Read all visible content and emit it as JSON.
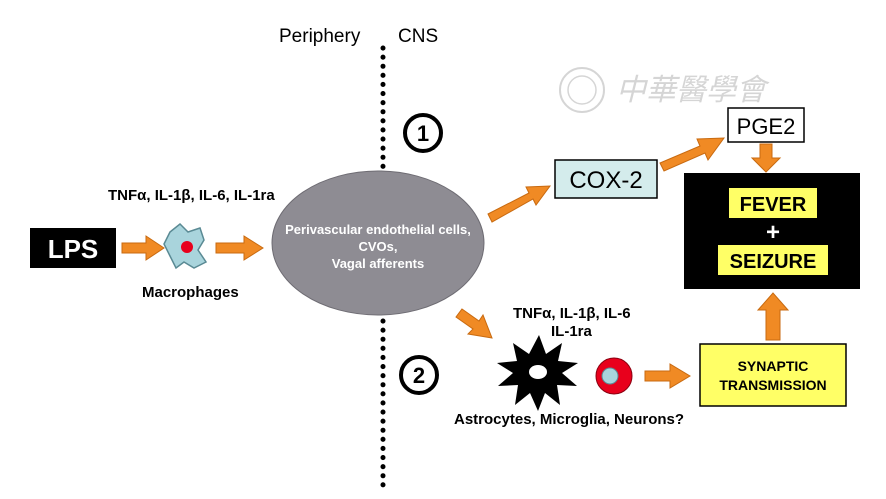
{
  "labels": {
    "periphery": "Periphery",
    "cns": "CNS",
    "pathway1": "1",
    "pathway2": "2",
    "lps": "LPS",
    "cytokines_top": "TNFα, IL-1β, IL-6, IL-1ra",
    "macrophages": "Macrophages",
    "ellipse_line1": "Perivascular endothelial cells,",
    "ellipse_line2": "CVOs,",
    "ellipse_line3": "Vagal afferents",
    "cox2": "COX-2",
    "pge2": "PGE2",
    "fever": "FEVER",
    "plus": "+",
    "seizure": "SEIZURE",
    "cytokines_bottom_line1": "TNFα, IL-1β, IL-6",
    "cytokines_bottom_line2": "IL-1ra",
    "cells": "Astrocytes, Microglia, Neurons?",
    "synaptic_line1": "SYNAPTIC",
    "synaptic_line2": "TRANSMISSION",
    "watermark_text": "中華醫學會"
  },
  "colors": {
    "arrow": "#f08a24",
    "arrow_stroke": "#c86a10",
    "cox2_fill": "#d4ecec",
    "ellipse_fill": "#8e8c93",
    "black_box": "#000000",
    "yellow": "#ffff66",
    "neuron_red": "#e8001c",
    "macrophage": "#a9d4dc"
  }
}
